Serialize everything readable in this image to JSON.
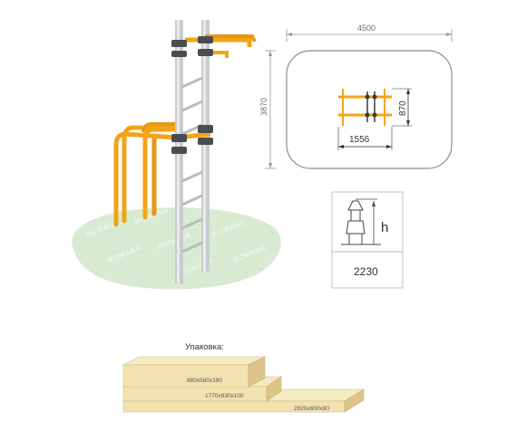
{
  "plan": {
    "width_label": "4500",
    "depth_label": "3870",
    "bar_span_label": "1556",
    "bar_depth_label": "870"
  },
  "height_box": {
    "symbol_label": "h",
    "value": "2230"
  },
  "watermark": {
    "text": "ROMANA"
  },
  "packaging": {
    "title": "Упаковка:",
    "boxes": [
      {
        "dims": "880x580x190"
      },
      {
        "dims": "1770x930x100"
      },
      {
        "dims": "2820x600x80"
      }
    ]
  },
  "colors": {
    "frame_orange": "#f2a417",
    "pole_gray": "#c9ccce",
    "grass_green": "#d9ead2",
    "plan_stroke": "#8c8c8c",
    "wood_light": "#f2e2b0",
    "wood_dark": "#dcc58a"
  }
}
